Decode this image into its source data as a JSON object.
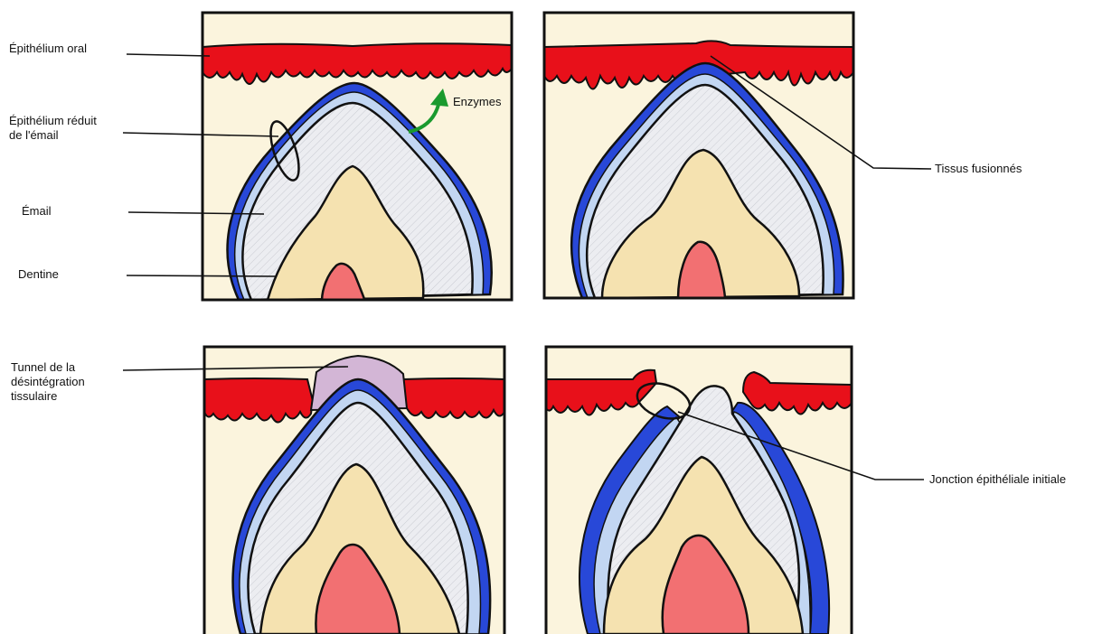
{
  "labels": {
    "oral_epithelium": "Épithélium oral",
    "reduced_enamel_epithelium": "Épithélium réduit\nde l'émail",
    "enamel": "Émail",
    "dentin": "Dentine",
    "enzymes": "Enzymes",
    "fused_tissues": "Tissus fusionnés",
    "tunnel": "Tunnel de la\ndésintégration\ntissulaire",
    "junction": "Jonction épithéliale initiale"
  },
  "colors": {
    "connective_tissue": "#fbf4dd",
    "oral_epithelium": "#e8101a",
    "reduced_epithelium_dark": "#2848d8",
    "reduced_epithelium_light": "#c2d6f2",
    "enamel": "#ecedf1",
    "dentin": "#f5e2b0",
    "pulp": "#f27072",
    "tunnel": "#d3b6d6",
    "enzyme_arrow": "#1a9a2e",
    "outline": "#111111"
  }
}
